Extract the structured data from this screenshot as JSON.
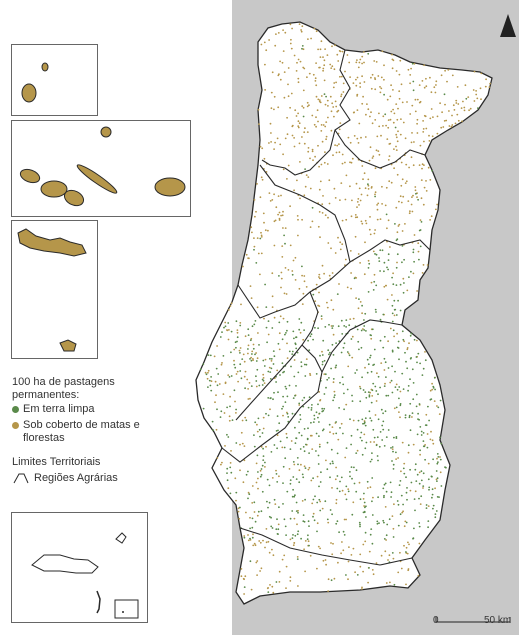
{
  "legend": {
    "title": "100 ha de pastagens permanentes:",
    "items": [
      {
        "label": "Em terra limpa",
        "color": "#5a8a4a"
      },
      {
        "label": "Sob coberto de matas e florestas",
        "color": "#b5964a"
      }
    ],
    "boundaries_title": "Limites Territoriais",
    "boundaries_item": "Regiões Agrárias"
  },
  "scale": {
    "zero": "0",
    "distance": "50 km"
  },
  "colors": {
    "sea": "#c8c8c8",
    "land": "#ffffff",
    "border": "#2a2a2a",
    "green": "#5a8a4a",
    "gold": "#b5964a"
  },
  "icons": {
    "north_arrow": "north-arrow-icon"
  }
}
